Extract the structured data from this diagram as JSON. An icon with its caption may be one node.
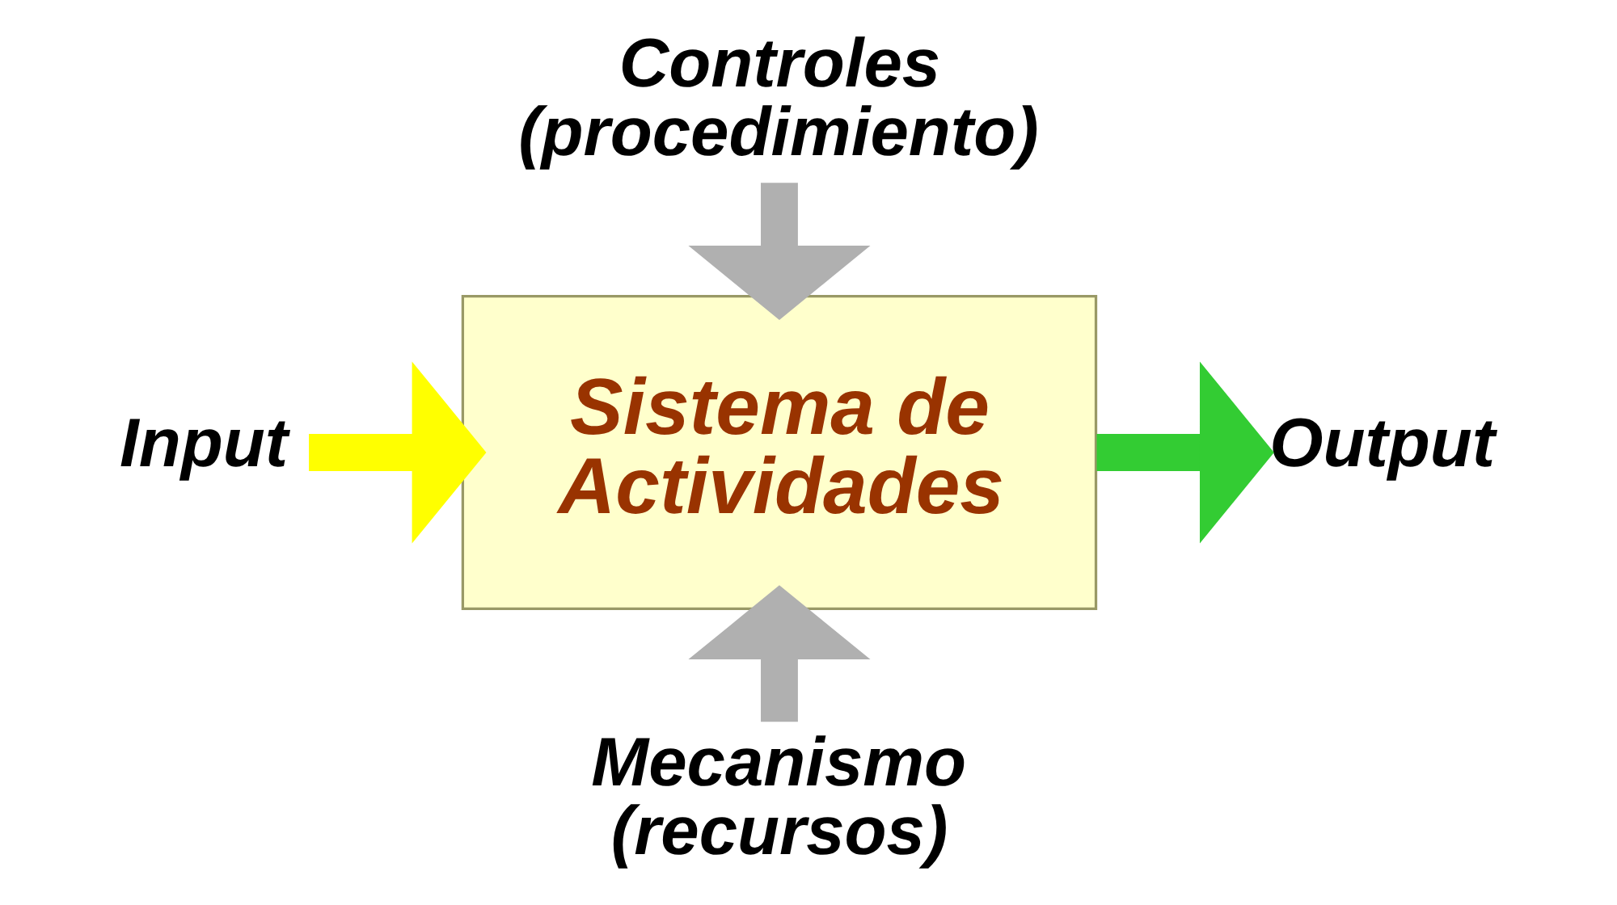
{
  "diagram": {
    "nodes": [
      {
        "text": [
          "Sistema de Actividades"
        ]
      },
      {
        "text": [
          "Input"
        ]
      },
      {
        "text": [
          "Controles (procedimiento)"
        ]
      },
      {
        "text": [
          "Output"
        ]
      },
      {
        "text": [
          "Mecanismo (recursos)"
        ]
      }
    ],
    "edges": [
      {
        "from": 1,
        "to": 0,
        "arrow": "to",
        "color": "#ffff00"
      },
      {
        "from": 2,
        "to": 0,
        "arrow": "to",
        "color": "#b0b0b0"
      },
      {
        "from": 0,
        "to": 3,
        "arrow": "to",
        "color": "#33cc33"
      },
      {
        "from": 4,
        "to": 0,
        "arrow": "to",
        "color": "#b0b0b0"
      }
    ]
  }
}
